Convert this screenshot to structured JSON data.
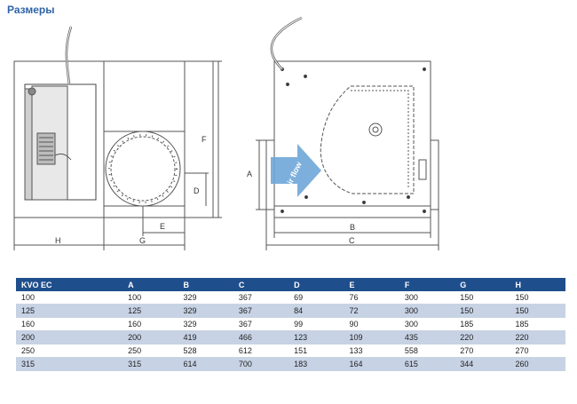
{
  "title": "Размеры",
  "drawing": {
    "left_labels": {
      "H": "H",
      "G": "G",
      "E": "E",
      "D": "D",
      "F": "F"
    },
    "right_labels": {
      "A": "A",
      "B": "B",
      "C": "C"
    },
    "airflow_text": "Air flow",
    "colors": {
      "line": "#555555",
      "airflow": "#6fa6d8",
      "header": "#1f4e8c",
      "title": "#2f63a8"
    }
  },
  "table": {
    "columns": [
      "KVO EC",
      "A",
      "B",
      "C",
      "D",
      "E",
      "F",
      "G",
      "H"
    ],
    "rows": [
      [
        "100",
        "100",
        "329",
        "367",
        "69",
        "76",
        "300",
        "150",
        "150"
      ],
      [
        "125",
        "125",
        "329",
        "367",
        "84",
        "72",
        "300",
        "150",
        "150"
      ],
      [
        "160",
        "160",
        "329",
        "367",
        "99",
        "90",
        "300",
        "185",
        "185"
      ],
      [
        "200",
        "200",
        "419",
        "466",
        "123",
        "109",
        "435",
        "220",
        "220"
      ],
      [
        "250",
        "250",
        "528",
        "612",
        "151",
        "133",
        "558",
        "270",
        "270"
      ],
      [
        "315",
        "315",
        "614",
        "700",
        "183",
        "164",
        "615",
        "344",
        "260"
      ]
    ]
  }
}
